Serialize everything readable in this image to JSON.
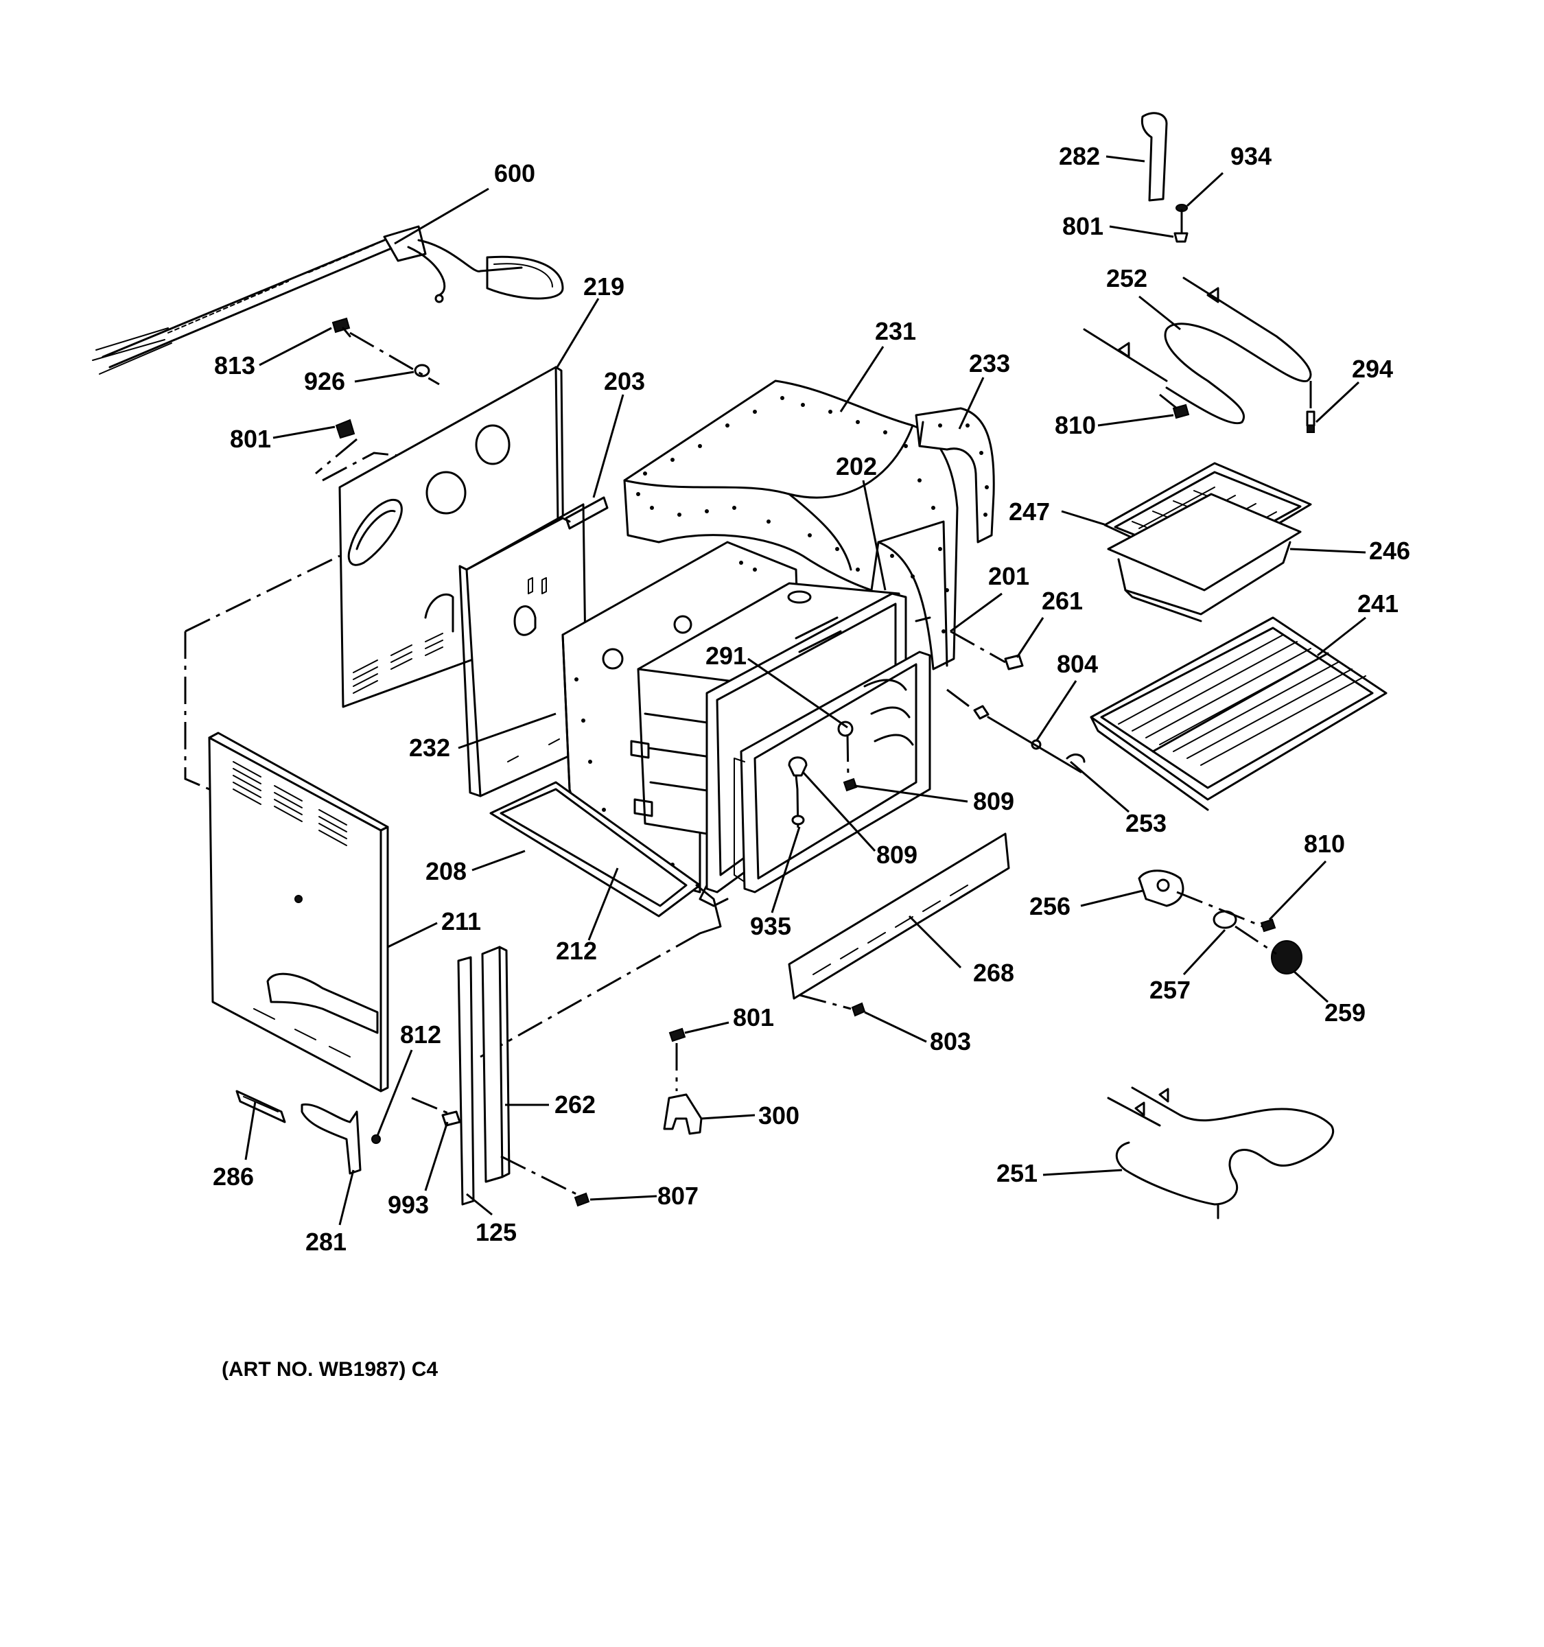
{
  "diagram": {
    "caption": "(ART NO. WB1987) C4",
    "parts": [
      {
        "id": "600"
      },
      {
        "id": "219"
      },
      {
        "id": "813"
      },
      {
        "id": "926"
      },
      {
        "id": "801a",
        "label": "801"
      },
      {
        "id": "203"
      },
      {
        "id": "231"
      },
      {
        "id": "233"
      },
      {
        "id": "202"
      },
      {
        "id": "232"
      },
      {
        "id": "291"
      },
      {
        "id": "201"
      },
      {
        "id": "261"
      },
      {
        "id": "804"
      },
      {
        "id": "253"
      },
      {
        "id": "809a",
        "label": "809"
      },
      {
        "id": "809b",
        "label": "809"
      },
      {
        "id": "208"
      },
      {
        "id": "212"
      },
      {
        "id": "935"
      },
      {
        "id": "211"
      },
      {
        "id": "812"
      },
      {
        "id": "286"
      },
      {
        "id": "281"
      },
      {
        "id": "993"
      },
      {
        "id": "125"
      },
      {
        "id": "262"
      },
      {
        "id": "807"
      },
      {
        "id": "801b",
        "label": "801"
      },
      {
        "id": "300"
      },
      {
        "id": "268"
      },
      {
        "id": "803"
      },
      {
        "id": "282"
      },
      {
        "id": "934"
      },
      {
        "id": "801c",
        "label": "801"
      },
      {
        "id": "252"
      },
      {
        "id": "294"
      },
      {
        "id": "810a",
        "label": "810"
      },
      {
        "id": "247"
      },
      {
        "id": "246"
      },
      {
        "id": "241"
      },
      {
        "id": "256"
      },
      {
        "id": "810b",
        "label": "810"
      },
      {
        "id": "257"
      },
      {
        "id": "259"
      },
      {
        "id": "251"
      }
    ]
  }
}
